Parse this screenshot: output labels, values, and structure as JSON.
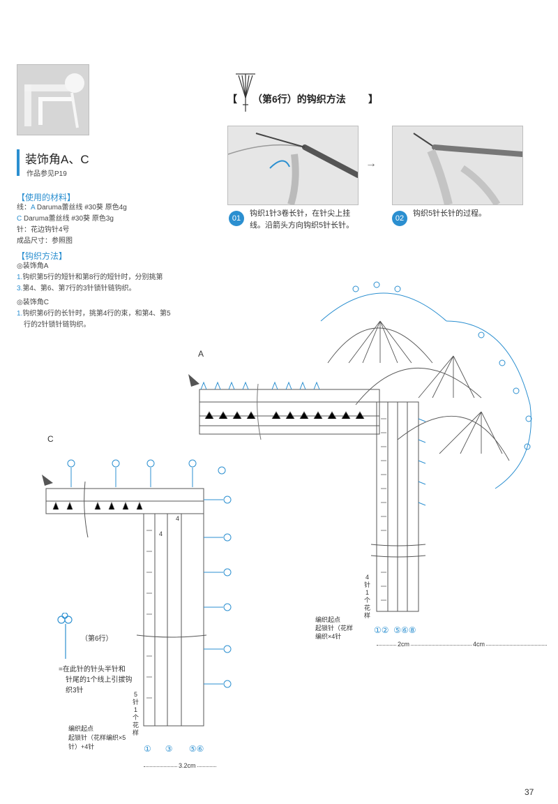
{
  "sidebar": {
    "title": "装饰角A、C",
    "ref": "作品参见P19",
    "materials_heading": "【使用的材料】",
    "materials": [
      {
        "prefix": "线：",
        "tag": "A",
        "text": " Daruma蕾丝线 #30葵 原色4g"
      },
      {
        "prefix": "",
        "tag": "C",
        "text": " Daruma蕾丝线 #30葵 原色3g"
      },
      {
        "prefix": "针：花边钩针4号",
        "tag": "",
        "text": ""
      },
      {
        "prefix": "成品尺寸：参照图",
        "tag": "",
        "text": ""
      }
    ],
    "method_heading": "【钩织方法】",
    "method_a_title": "◎装饰角A",
    "method_a_steps": [
      {
        "num": "1.",
        "text": "钩织第5行的短针和第8行的短针时，分别挑第"
      },
      {
        "num": "3.",
        "text": "第4、第6、第7行的3针锁针链钩织。"
      }
    ],
    "method_c_title": "◎装饰角C",
    "method_c_steps": [
      {
        "num": "1.",
        "text": "钩织第6行的长针时，挑第4行的束，和第4、第5"
      },
      {
        "num": "",
        "text": "行的2针锁针链钩织。"
      }
    ]
  },
  "howto": {
    "heading": "（第6行）的钩织方法",
    "bracket_open": "【",
    "bracket_close": "】",
    "step1_num": "01",
    "step1_line1": "钩织1针3卷长针，在针尖上挂",
    "step1_line2": "线。沿箭头方向钩织5针长针。",
    "step2_num": "02",
    "step2_text": "钩织5针长针的过程。",
    "arrow": "→"
  },
  "diagram_a": {
    "label": "A",
    "rows_label_chars": [
      "4",
      "针",
      "1",
      "个",
      "花",
      "样"
    ],
    "start_line1": "编织起点",
    "start_line2": "起锁针（花样",
    "start_line3": "编织×4针",
    "row_markers": [
      "①",
      "②",
      "⑤",
      "⑥",
      "⑧"
    ],
    "dim1": "2cm",
    "dim2": "4cm"
  },
  "diagram_c": {
    "label": "C",
    "inner_num1": "4",
    "inner_num2": "4",
    "rows_label_chars": [
      "5",
      "针",
      "1",
      "个",
      "花",
      "样"
    ],
    "start_line1": "编织起点",
    "start_line2": "起锁针（花样编织×5",
    "start_line3": "针）+4针",
    "row_markers": [
      "①",
      "③",
      "⑤",
      "⑥"
    ],
    "dim": "3.2cm"
  },
  "legend": {
    "row_label": "（第6行）",
    "line1": "=在此针的针头半针和",
    "line2": "针尾的1个线上引拔钩",
    "line3": "织3针"
  },
  "page_number": "37",
  "colors": {
    "accent": "#2b8fd0",
    "ink": "#555555"
  }
}
